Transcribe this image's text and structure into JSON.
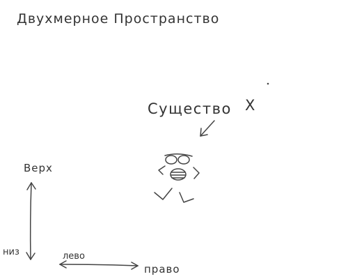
{
  "title": "Двухмерное Пространство",
  "creature": {
    "label": "Существо",
    "mark": "X"
  },
  "axes": {
    "vertical": {
      "top_label": "Верх",
      "bottom_label": "низ"
    },
    "horizontal": {
      "left_label": "лево",
      "right_label": "право"
    }
  },
  "colors": {
    "ink": "#444444",
    "background": "#ffffff"
  }
}
